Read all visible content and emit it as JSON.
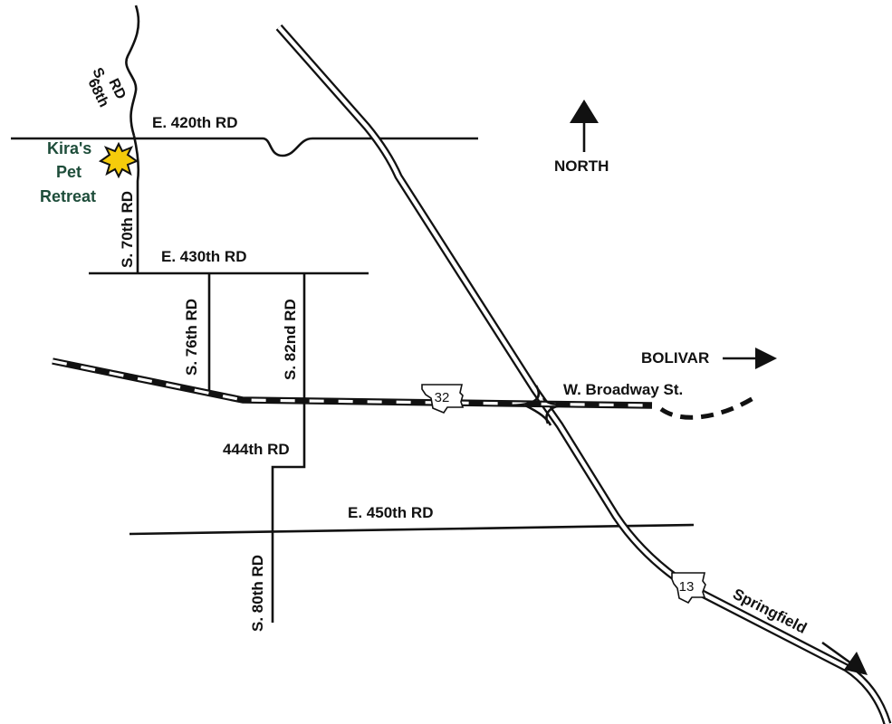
{
  "colors": {
    "ink": "#111111",
    "marker_fill": "#f5cc0b",
    "place_text": "#1e4d3a",
    "background": "#ffffff"
  },
  "icons": {
    "marker": "star-icon",
    "north": "north-arrow-icon",
    "direction": "arrow-right-icon"
  },
  "place": {
    "name_line1": "Kira's",
    "name_line2": "Pet",
    "name_line3": "Retreat"
  },
  "compass": {
    "label": "NORTH"
  },
  "roads": {
    "s68_line1": "S.",
    "s68_line2": "68th",
    "s68_line3": "RD",
    "e420": "E. 420th RD",
    "s70": "S. 70th RD",
    "e430": "E. 430th RD",
    "s76": "S. 76th RD",
    "s82": "S. 82nd RD",
    "r444": "444th RD",
    "e450": "E. 450th RD",
    "s80": "S. 80th RD",
    "broadway": "W. Broadway St."
  },
  "highways": {
    "route32": "32",
    "route13": "13"
  },
  "destinations": {
    "bolivar": "BOLIVAR",
    "springfield": "Springfield"
  }
}
